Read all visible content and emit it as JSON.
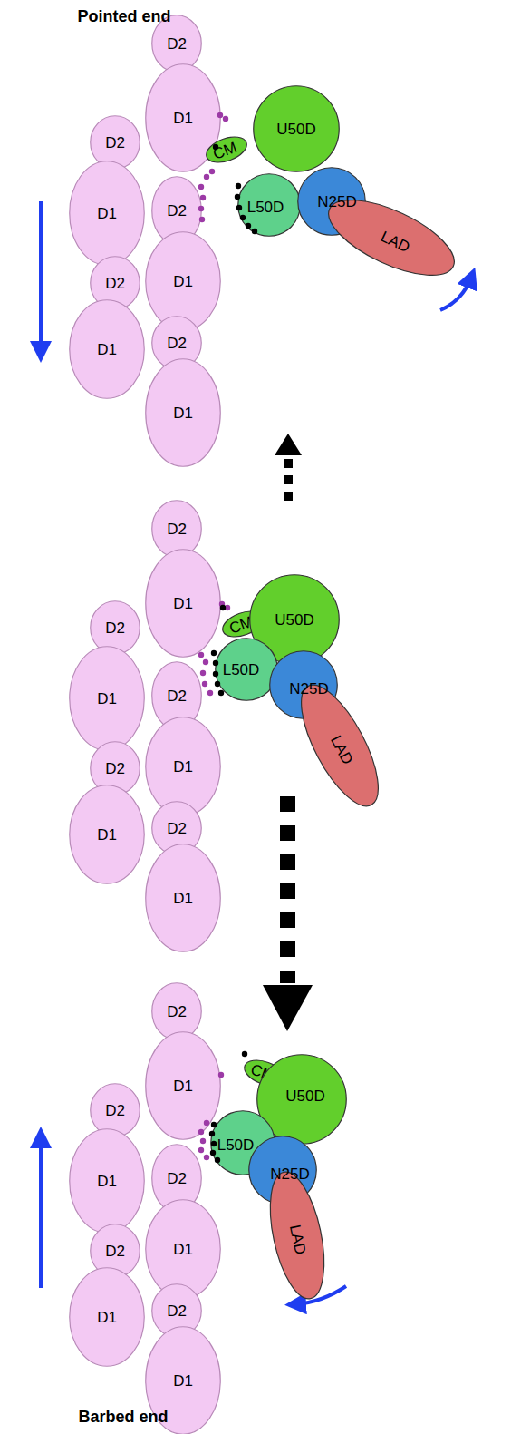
{
  "diagram": {
    "nodes": [
      {
        "text": [
          "D2"
        ]
      },
      {
        "text": [
          "D1"
        ]
      },
      {
        "text": [
          "D2"
        ]
      },
      {
        "text": [
          "D2"
        ]
      },
      {
        "text": [
          "D1"
        ]
      },
      {
        "text": [
          "D1"
        ]
      },
      {
        "text": [
          "D2"
        ]
      },
      {
        "text": [
          "D2"
        ]
      },
      {
        "text": [
          "D1"
        ]
      },
      {
        "text": [
          "D1"
        ]
      },
      {
        "text": [
          "CM"
        ]
      },
      {
        "text": [
          "U50D"
        ]
      },
      {
        "text": [
          "L50D"
        ]
      },
      {
        "text": [
          "N25D"
        ]
      },
      {
        "text": [
          "LAD"
        ]
      },
      {
        "text": [
          "D2"
        ]
      },
      {
        "text": [
          "D1"
        ]
      },
      {
        "text": [
          "D2"
        ]
      },
      {
        "text": [
          "D2"
        ]
      },
      {
        "text": [
          "D1"
        ]
      },
      {
        "text": [
          "D1"
        ]
      },
      {
        "text": [
          "D2"
        ]
      },
      {
        "text": [
          "D2"
        ]
      },
      {
        "text": [
          "D1"
        ]
      },
      {
        "text": [
          "D1"
        ]
      },
      {
        "text": [
          "CM"
        ]
      },
      {
        "text": [
          "U50D"
        ]
      },
      {
        "text": [
          "L50D"
        ]
      },
      {
        "text": [
          "N25D"
        ]
      },
      {
        "text": [
          "LAD"
        ]
      },
      {
        "text": [
          "D2"
        ]
      },
      {
        "text": [
          "D1"
        ]
      },
      {
        "text": [
          "D2"
        ]
      },
      {
        "text": [
          "D2"
        ]
      },
      {
        "text": [
          "D1"
        ]
      },
      {
        "text": [
          "D1"
        ]
      },
      {
        "text": [
          "D2"
        ]
      },
      {
        "text": [
          "D2"
        ]
      },
      {
        "text": [
          "D1"
        ]
      },
      {
        "text": [
          "D1"
        ]
      },
      {
        "text": [
          "CM"
        ]
      },
      {
        "text": [
          "U50D"
        ]
      },
      {
        "text": [
          "L50D"
        ]
      },
      {
        "text": [
          "N25D"
        ]
      },
      {
        "text": [
          "LAD"
        ]
      }
    ],
    "labels": [
      "Pointed end",
      "Barbed end"
    ]
  }
}
